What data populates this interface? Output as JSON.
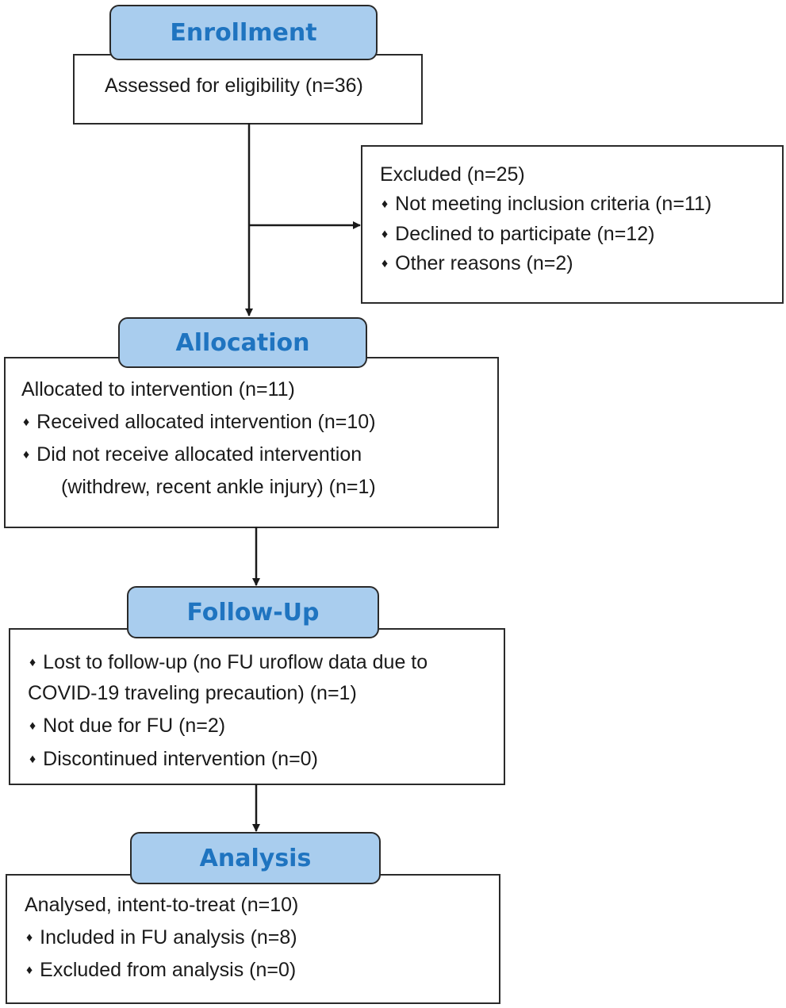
{
  "enrollment": {
    "header": "Enrollment",
    "assessed": "Assessed for eligibility (n=36)"
  },
  "excluded": {
    "title": "Excluded (n=25)",
    "items": [
      "Not meeting inclusion criteria (n=11)",
      "Declined to participate (n=12)",
      "Other reasons (n=2)"
    ]
  },
  "allocation": {
    "header": "Allocation",
    "title": "Allocated to intervention (n=11)",
    "items": [
      "Received allocated intervention (n=10)",
      "Did not receive allocated intervention"
    ],
    "continuation": "(withdrew, recent ankle injury) (n=1)"
  },
  "followup": {
    "header": "Follow-Up",
    "item1_line1": "Lost to follow-up (no FU uroflow data due to",
    "item1_line2": "COVID-19 traveling precaution) (n=1)",
    "items": [
      "Not due for FU (n=2)",
      "Discontinued intervention (n=0)"
    ]
  },
  "analysis": {
    "header": "Analysis",
    "title": "Analysed, intent-to-treat (n=10)",
    "items": [
      "Included in FU analysis (n=8)",
      "Excluded from analysis (n=0)"
    ]
  },
  "bullet_glyph": "♦"
}
